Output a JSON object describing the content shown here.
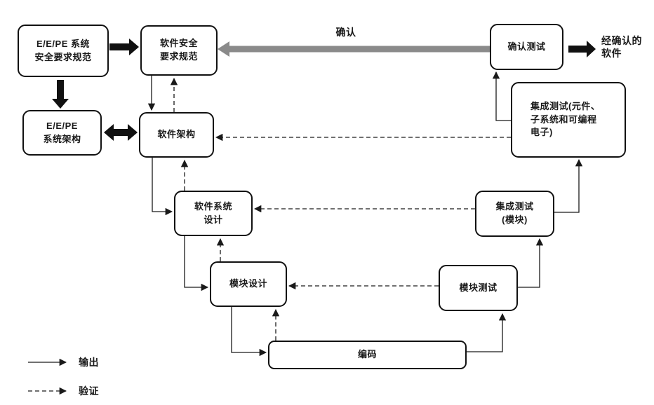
{
  "diagram": {
    "nodes": [
      {
        "id": "eepe-srs",
        "label": "E/E/PE 系统\n安全要求规范"
      },
      {
        "id": "sw-srs",
        "label": "软件安全\n要求规范"
      },
      {
        "id": "eepe-arch",
        "label": "E/E/PE\n系统架构"
      },
      {
        "id": "sw-arch",
        "label": "软件架构"
      },
      {
        "id": "sw-sys-design",
        "label": "软件系统\n设计"
      },
      {
        "id": "module-design",
        "label": "模块设计"
      },
      {
        "id": "coding",
        "label": "编码"
      },
      {
        "id": "module-test",
        "label": "模块测试"
      },
      {
        "id": "integ-test-module",
        "label": "集成测试\n(模块)"
      },
      {
        "id": "integ-test-comp",
        "label": "集成测试(元件、\n子系统和可编程\n电子)"
      },
      {
        "id": "validation-test",
        "label": "确认测试"
      }
    ],
    "labels": {
      "validation_arrow": "确认",
      "validated_software": "经确认的\n软件"
    },
    "legend": [
      {
        "style": "solid",
        "label": "输出"
      },
      {
        "style": "dashed",
        "label": "验证"
      }
    ],
    "colors": {
      "line": "#1a1a1a",
      "box_border": "#111111",
      "box_fill": "#ffffff",
      "validation_arrow_gray": "#8a8a8a",
      "background": "#ffffff"
    }
  }
}
